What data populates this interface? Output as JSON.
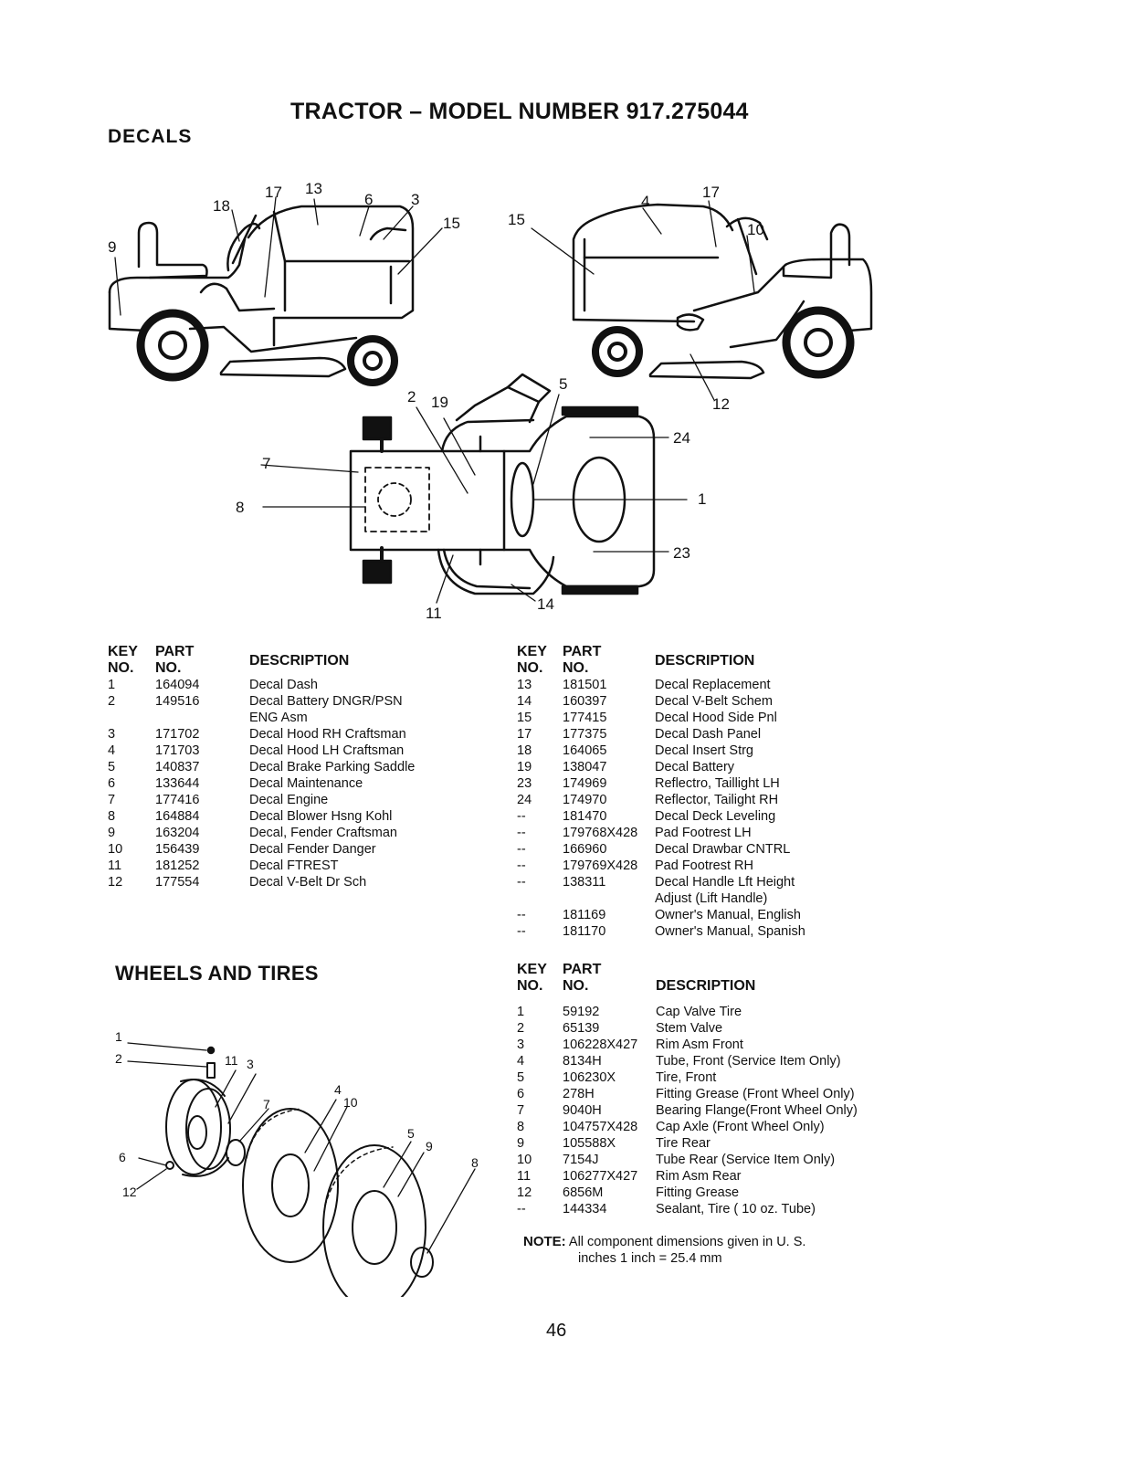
{
  "page_title": "TRACTOR – MODEL NUMBER 917.275044",
  "section_decals": "DECALS",
  "section_wheels": "WHEELS AND TIRES",
  "decal_callouts": [
    "9",
    "18",
    "17",
    "13",
    "6",
    "3",
    "15",
    "15",
    "4",
    "17",
    "10",
    "12",
    "2",
    "19",
    "5",
    "24",
    "7",
    "8",
    "1",
    "23",
    "11",
    "14"
  ],
  "wheel_callouts": [
    "1",
    "2",
    "11",
    "3",
    "7",
    "4",
    "10",
    "5",
    "9",
    "6",
    "12",
    "8"
  ],
  "table_headers": {
    "key_top": "KEY",
    "part_top": "PART",
    "key_bottom": "NO.",
    "part_bottom": "NO.",
    "description": "DESCRIPTION"
  },
  "decals_left": [
    {
      "key": "1",
      "part": "164094",
      "desc": [
        "Decal Dash"
      ]
    },
    {
      "key": "2",
      "part": "149516",
      "desc": [
        "Decal Battery DNGR/PSN",
        "ENG Asm"
      ]
    },
    {
      "key": "3",
      "part": "171702",
      "desc": [
        "Decal Hood RH Craftsman"
      ]
    },
    {
      "key": "4",
      "part": "171703",
      "desc": [
        "Decal Hood LH Craftsman"
      ]
    },
    {
      "key": "5",
      "part": "140837",
      "desc": [
        "Decal Brake Parking Saddle"
      ]
    },
    {
      "key": "6",
      "part": "133644",
      "desc": [
        "Decal Maintenance"
      ]
    },
    {
      "key": "7",
      "part": "177416",
      "desc": [
        "Decal Engine"
      ]
    },
    {
      "key": "8",
      "part": "164884",
      "desc": [
        "Decal Blower Hsng Kohl"
      ]
    },
    {
      "key": "9",
      "part": "163204",
      "desc": [
        "Decal, Fender Craftsman"
      ]
    },
    {
      "key": "10",
      "part": "156439",
      "desc": [
        "Decal Fender Danger"
      ]
    },
    {
      "key": "11",
      "part": "181252",
      "desc": [
        "Decal FTREST"
      ]
    },
    {
      "key": "12",
      "part": "177554",
      "desc": [
        "Decal V-Belt Dr Sch"
      ]
    }
  ],
  "decals_right": [
    {
      "key": "13",
      "part": "181501",
      "desc": [
        "Decal Replacement"
      ]
    },
    {
      "key": "14",
      "part": "160397",
      "desc": [
        "Decal V-Belt Schem"
      ]
    },
    {
      "key": "15",
      "part": "177415",
      "desc": [
        "Decal Hood Side Pnl"
      ]
    },
    {
      "key": "17",
      "part": "177375",
      "desc": [
        "Decal Dash Panel"
      ]
    },
    {
      "key": "18",
      "part": "164065",
      "desc": [
        "Decal Insert Strg"
      ]
    },
    {
      "key": "19",
      "part": "138047",
      "desc": [
        "Decal Battery"
      ]
    },
    {
      "key": "23",
      "part": "174969",
      "desc": [
        "Reflectro, Taillight LH"
      ]
    },
    {
      "key": "24",
      "part": "174970",
      "desc": [
        "Reflector, Tailight RH"
      ]
    },
    {
      "key": "--",
      "part": "181470",
      "desc": [
        "Decal Deck Leveling"
      ]
    },
    {
      "key": "--",
      "part": "179768X428",
      "desc": [
        "Pad Footrest LH"
      ]
    },
    {
      "key": "--",
      "part": "166960",
      "desc": [
        "Decal Drawbar CNTRL"
      ]
    },
    {
      "key": "--",
      "part": "179769X428",
      "desc": [
        "Pad Footrest RH"
      ]
    },
    {
      "key": "--",
      "part": "138311",
      "desc": [
        "Decal Handle Lft Height",
        "Adjust (Lift Handle)"
      ]
    },
    {
      "key": "--",
      "part": "181169",
      "desc": [
        "Owner's Manual, English"
      ]
    },
    {
      "key": "--",
      "part": "181170",
      "desc": [
        "Owner's Manual, Spanish"
      ]
    }
  ],
  "wheels": [
    {
      "key": "1",
      "part": "59192",
      "desc": [
        "Cap Valve Tire"
      ]
    },
    {
      "key": "2",
      "part": "65139",
      "desc": [
        "Stem Valve"
      ]
    },
    {
      "key": "3",
      "part": "106228X427",
      "desc": [
        "Rim Asm Front"
      ]
    },
    {
      "key": "4",
      "part": "8134H",
      "desc": [
        "Tube, Front (Service Item Only)"
      ]
    },
    {
      "key": "5",
      "part": "106230X",
      "desc": [
        "Tire, Front"
      ]
    },
    {
      "key": "6",
      "part": "278H",
      "desc": [
        "Fitting Grease (Front Wheel Only)"
      ]
    },
    {
      "key": "7",
      "part": "9040H",
      "desc": [
        "Bearing Flange(Front Wheel Only)"
      ]
    },
    {
      "key": "8",
      "part": "104757X428",
      "desc": [
        "Cap Axle (Front Wheel Only)"
      ]
    },
    {
      "key": "9",
      "part": "105588X",
      "desc": [
        "Tire Rear"
      ]
    },
    {
      "key": "10",
      "part": "7154J",
      "desc": [
        "Tube Rear (Service Item Only)"
      ]
    },
    {
      "key": "11",
      "part": "106277X427",
      "desc": [
        "Rim Asm Rear"
      ]
    },
    {
      "key": "12",
      "part": "6856M",
      "desc": [
        "Fitting Grease"
      ]
    },
    {
      "key": "--",
      "part": "144334",
      "desc": [
        "Sealant, Tire ( 10 oz. Tube)"
      ]
    }
  ],
  "note": {
    "label": "NOTE:",
    "line1": "All component dimensions given in U. S.",
    "line2": "inches 1 inch = 25.4 mm"
  },
  "page_number": "46"
}
